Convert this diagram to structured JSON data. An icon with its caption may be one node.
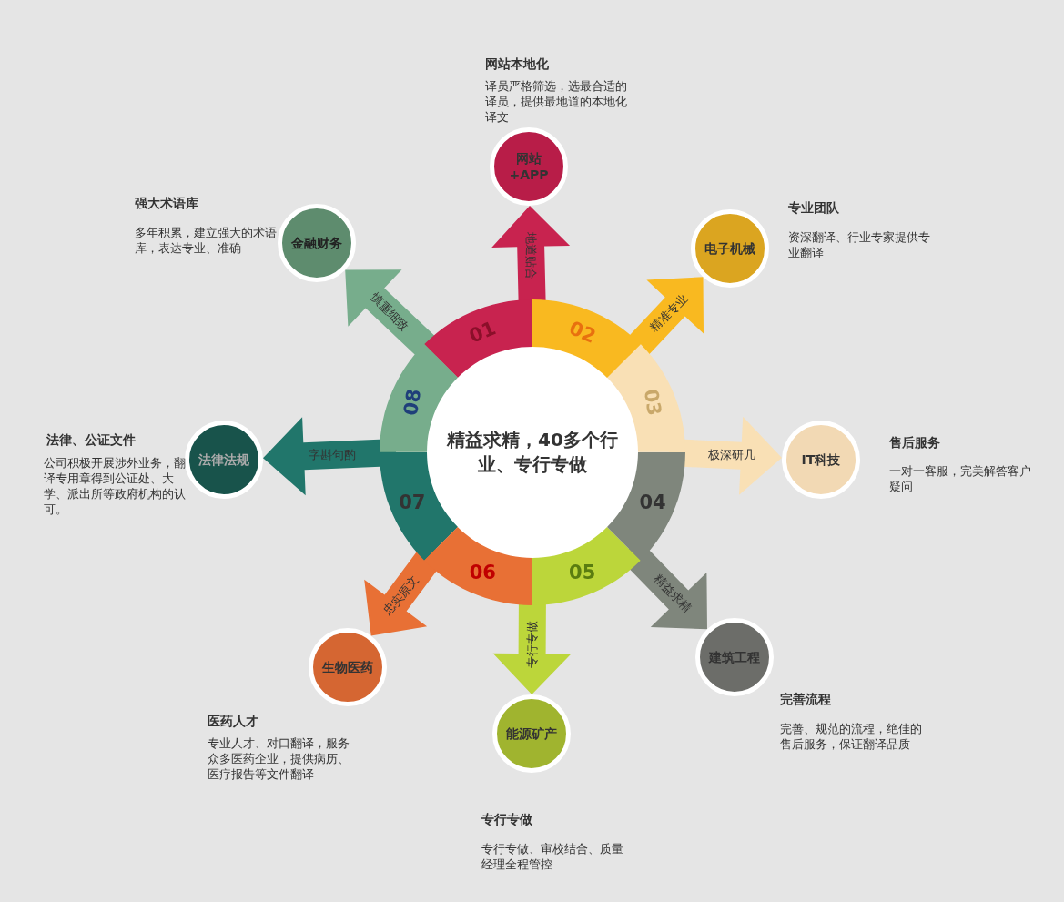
{
  "diagram": {
    "nodes": [
      {
        "text": [
          "精益求精，40多个行业、专行专做"
        ]
      },
      {
        "text": [
          "01"
        ]
      },
      {
        "text": [
          "02"
        ]
      },
      {
        "text": [
          "03"
        ]
      },
      {
        "text": [
          "04"
        ]
      },
      {
        "text": [
          "05"
        ]
      },
      {
        "text": [
          "06"
        ]
      },
      {
        "text": [
          "07"
        ]
      },
      {
        "text": [
          "08"
        ]
      },
      {
        "text": [
          "网站+APP"
        ],
        "beside": [
          "网站本地化",
          "译员严格筛选，选最合适的译员，提供最地道的本地化译文"
        ]
      },
      {
        "text": [
          "电子机械"
        ],
        "beside": [
          "专业团队",
          "资深翻译、行业专家提供专业翻译"
        ]
      },
      {
        "text": [
          "IT科技"
        ],
        "beside": [
          "售后服务",
          "一对一客服，完美解答客户疑问"
        ]
      },
      {
        "text": [
          "建筑工程"
        ],
        "beside": [
          "完善流程",
          "完善、规范的流程，绝佳的售后服务，保证翻译品质"
        ]
      },
      {
        "text": [
          "能源矿产"
        ],
        "beside": [
          "专行专做",
          "专行专做、审校结合、质量经理全程管控"
        ]
      },
      {
        "text": [
          "生物医药"
        ],
        "beside": [
          "医药人才",
          "专业人才、对口翻译，服务众多医药企业，提供病历、医疗报告等文件翻译"
        ]
      },
      {
        "text": [
          "法律法规"
        ],
        "beside": [
          "法律、公证文件",
          "公司积极开展涉外业务，翻译专用章得到公证处、大学、派出所等政府机构的认可。"
        ]
      },
      {
        "text": [
          "金融财务"
        ],
        "beside": [
          "强大术语库",
          "多年积累，建立强大的术语库，表达专业、准确"
        ]
      }
    ],
    "edges": [
      {
        "from": 1,
        "to": 9,
        "arrow": "to",
        "label": "地道贴合",
        "color": "#c8234f"
      },
      {
        "from": 2,
        "to": 10,
        "arrow": "to",
        "label": "精准专业",
        "color": "#f9b920"
      },
      {
        "from": 3,
        "to": 11,
        "arrow": "to",
        "label": "极深研几",
        "color": "#f9e0b5"
      },
      {
        "from": 4,
        "to": 12,
        "arrow": "to",
        "label": "精益求精",
        "color": "#7f867c"
      },
      {
        "from": 5,
        "to": 13,
        "arrow": "to",
        "label": "专行专做",
        "color": "#bcd63a"
      },
      {
        "from": 6,
        "to": 14,
        "arrow": "to",
        "label": "忠实原文",
        "color": "#e87035"
      },
      {
        "from": 7,
        "to": 15,
        "arrow": "to",
        "label": "字斟句酌",
        "color": "#21766b"
      },
      {
        "from": 8,
        "to": 16,
        "arrow": "to",
        "label": "慎重细致",
        "color": "#77ad8c"
      }
    ]
  }
}
